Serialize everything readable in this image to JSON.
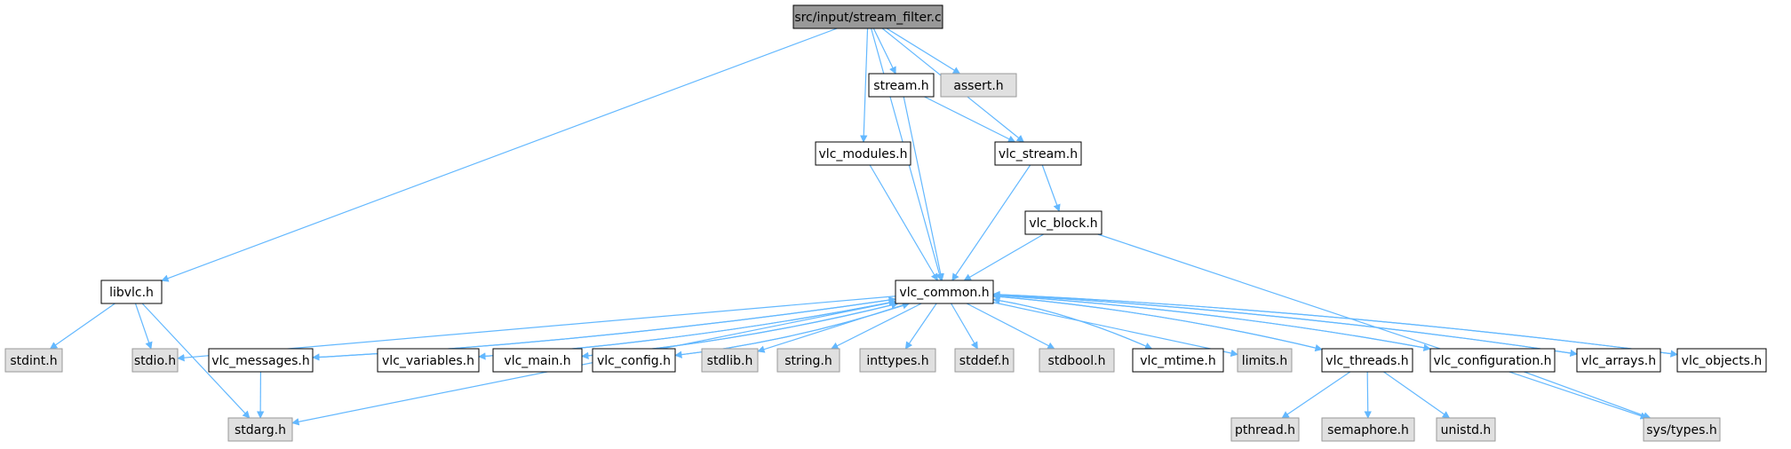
{
  "graph": {
    "colors": {
      "edge": "#63b8ff",
      "node_root_fill": "#999999",
      "node_local_fill": "#ffffff",
      "node_system_fill": "#e0e0e0",
      "node_local_border": "#000000",
      "node_system_border": "#999999"
    },
    "nodes": {
      "root": {
        "label": "src/input/stream_filter.c",
        "kind": "root"
      },
      "stream": {
        "label": "stream.h",
        "kind": "local"
      },
      "assert": {
        "label": "assert.h",
        "kind": "system"
      },
      "vlc_modules": {
        "label": "vlc_modules.h",
        "kind": "local"
      },
      "vlc_stream": {
        "label": "vlc_stream.h",
        "kind": "local"
      },
      "vlc_block": {
        "label": "vlc_block.h",
        "kind": "local"
      },
      "libvlc": {
        "label": "libvlc.h",
        "kind": "local"
      },
      "vlc_common": {
        "label": "vlc_common.h",
        "kind": "local"
      },
      "stdint": {
        "label": "stdint.h",
        "kind": "system"
      },
      "stdio": {
        "label": "stdio.h",
        "kind": "system"
      },
      "vlc_messages": {
        "label": "vlc_messages.h",
        "kind": "local"
      },
      "vlc_variables": {
        "label": "vlc_variables.h",
        "kind": "local"
      },
      "vlc_main": {
        "label": "vlc_main.h",
        "kind": "local"
      },
      "vlc_config": {
        "label": "vlc_config.h",
        "kind": "local"
      },
      "stdlib": {
        "label": "stdlib.h",
        "kind": "system"
      },
      "string": {
        "label": "string.h",
        "kind": "system"
      },
      "inttypes": {
        "label": "inttypes.h",
        "kind": "system"
      },
      "stddef": {
        "label": "stddef.h",
        "kind": "system"
      },
      "stdbool": {
        "label": "stdbool.h",
        "kind": "system"
      },
      "vlc_mtime": {
        "label": "vlc_mtime.h",
        "kind": "local"
      },
      "limits": {
        "label": "limits.h",
        "kind": "system"
      },
      "vlc_threads": {
        "label": "vlc_threads.h",
        "kind": "local"
      },
      "vlc_configuration": {
        "label": "vlc_configuration.h",
        "kind": "local"
      },
      "vlc_arrays": {
        "label": "vlc_arrays.h",
        "kind": "local"
      },
      "vlc_objects": {
        "label": "vlc_objects.h",
        "kind": "local"
      },
      "stdarg": {
        "label": "stdarg.h",
        "kind": "system"
      },
      "pthread": {
        "label": "pthread.h",
        "kind": "system"
      },
      "semaphore": {
        "label": "semaphore.h",
        "kind": "system"
      },
      "unistd": {
        "label": "unistd.h",
        "kind": "system"
      },
      "sys_types": {
        "label": "sys/types.h",
        "kind": "system"
      }
    },
    "edges": [
      [
        "root",
        "libvlc"
      ],
      [
        "root",
        "vlc_common"
      ],
      [
        "root",
        "vlc_modules"
      ],
      [
        "root",
        "stream"
      ],
      [
        "root",
        "assert"
      ],
      [
        "root",
        "vlc_stream"
      ],
      [
        "stream",
        "vlc_stream"
      ],
      [
        "stream",
        "vlc_common"
      ],
      [
        "vlc_modules",
        "vlc_common"
      ],
      [
        "vlc_stream",
        "vlc_common"
      ],
      [
        "vlc_stream",
        "vlc_block"
      ],
      [
        "vlc_block",
        "vlc_common"
      ],
      [
        "vlc_block",
        "sys_types"
      ],
      [
        "libvlc",
        "stdint"
      ],
      [
        "libvlc",
        "stdio"
      ],
      [
        "libvlc",
        "stdarg"
      ],
      [
        "vlc_common",
        "stdio"
      ],
      [
        "vlc_common",
        "vlc_messages"
      ],
      [
        "vlc_common",
        "vlc_variables"
      ],
      [
        "vlc_common",
        "vlc_main"
      ],
      [
        "vlc_common",
        "vlc_config"
      ],
      [
        "vlc_common",
        "stdlib"
      ],
      [
        "vlc_common",
        "string"
      ],
      [
        "vlc_common",
        "inttypes"
      ],
      [
        "vlc_common",
        "stddef"
      ],
      [
        "vlc_common",
        "stdbool"
      ],
      [
        "vlc_common",
        "vlc_mtime"
      ],
      [
        "vlc_common",
        "limits"
      ],
      [
        "vlc_common",
        "vlc_threads"
      ],
      [
        "vlc_common",
        "vlc_configuration"
      ],
      [
        "vlc_common",
        "vlc_arrays"
      ],
      [
        "vlc_common",
        "vlc_objects"
      ],
      [
        "vlc_common",
        "stdarg"
      ],
      [
        "vlc_messages",
        "vlc_common"
      ],
      [
        "vlc_messages",
        "stdarg"
      ],
      [
        "vlc_variables",
        "vlc_common"
      ],
      [
        "vlc_main",
        "vlc_common"
      ],
      [
        "vlc_config",
        "vlc_common"
      ],
      [
        "vlc_mtime",
        "vlc_common"
      ],
      [
        "vlc_threads",
        "vlc_common"
      ],
      [
        "vlc_configuration",
        "vlc_common"
      ],
      [
        "vlc_arrays",
        "vlc_common"
      ],
      [
        "vlc_objects",
        "vlc_common"
      ],
      [
        "vlc_threads",
        "pthread"
      ],
      [
        "vlc_threads",
        "semaphore"
      ],
      [
        "vlc_threads",
        "unistd"
      ],
      [
        "vlc_configuration",
        "sys_types"
      ]
    ]
  }
}
